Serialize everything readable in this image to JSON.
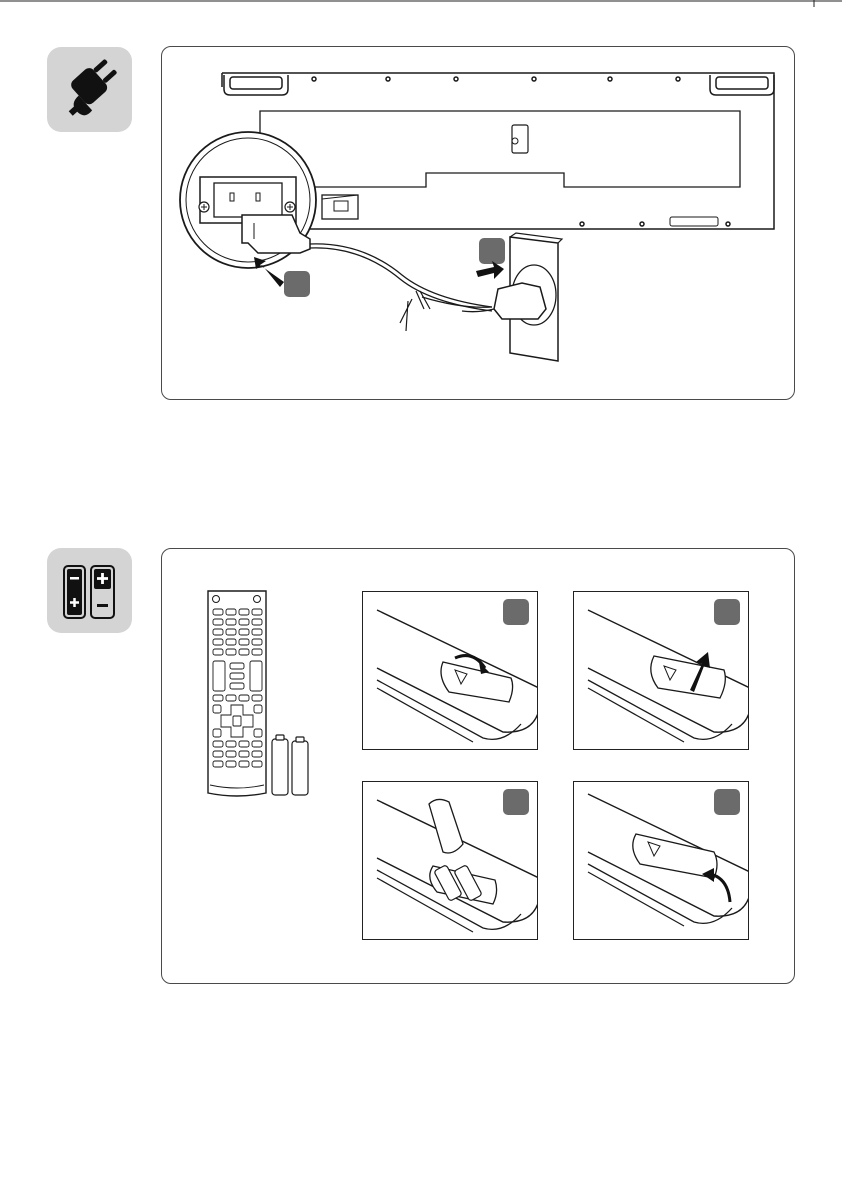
{
  "page": {
    "section_power": {
      "icon": "power-plug-icon",
      "steps": [
        "step-1",
        "step-2"
      ]
    },
    "section_batteries": {
      "icon": "batteries-icon",
      "steps": [
        "open-cover",
        "lift-cover",
        "insert-batteries",
        "close-cover"
      ]
    }
  },
  "colors": {
    "tile": "#d4d4d4",
    "badge": "#6b6b6b",
    "line": "#1a1a1a",
    "frame": "#4a4a4a"
  }
}
